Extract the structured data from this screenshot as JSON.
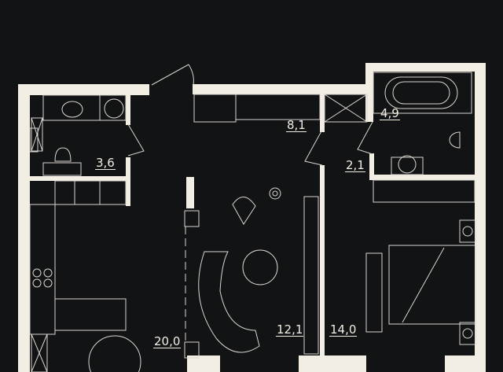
{
  "plan": {
    "rooms": [
      {
        "id": "bathroom-small",
        "area": "3,6"
      },
      {
        "id": "wardrobe",
        "area": "8,1"
      },
      {
        "id": "bathroom-large",
        "area": "4,9"
      },
      {
        "id": "hallway",
        "area": "2,1"
      },
      {
        "id": "kitchen-dining",
        "area": "20,0"
      },
      {
        "id": "living-room",
        "area": "12,1"
      },
      {
        "id": "bedroom",
        "area": "14,0"
      }
    ],
    "colors": {
      "background": "#121314",
      "walls": "#f2eee4",
      "lines": "#d8d6d0"
    }
  }
}
